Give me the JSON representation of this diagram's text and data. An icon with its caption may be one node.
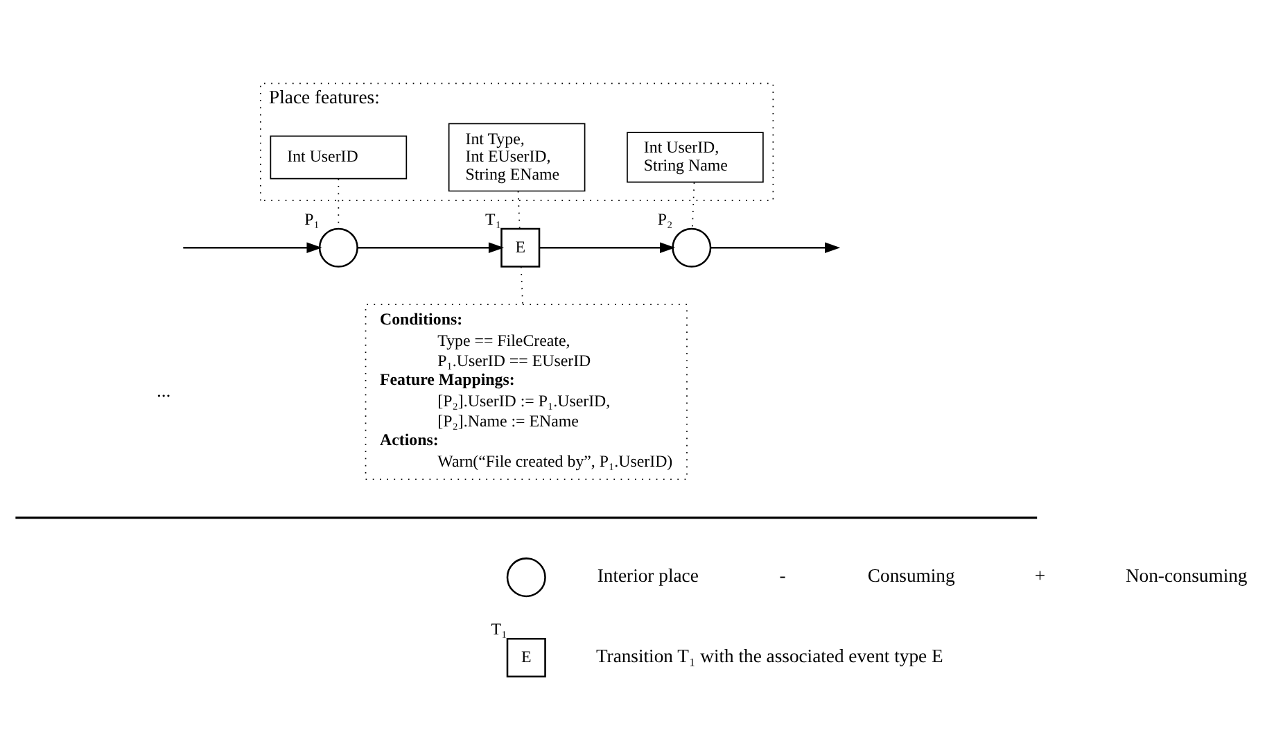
{
  "diagram": {
    "nodes": [
      {
        "text": [
          "Place features:"
        ]
      },
      {
        "text": [
          "Int UserID"
        ],
        "in": 0
      },
      {
        "text": [
          "Int Type, Int EUserID, String EName"
        ],
        "in": 0
      },
      {
        "text": [
          "Int UserID, String Name"
        ],
        "in": 0
      },
      {
        "text": [],
        "shape": "circle",
        "beside": [
          "P₁"
        ]
      },
      {
        "text": [
          "E"
        ],
        "beside": [
          "T₁"
        ]
      },
      {
        "text": [],
        "shape": "circle",
        "beside": [
          "P₂"
        ]
      },
      {
        "text": [
          "Conditions:",
          "Type == FileCreate,",
          "P₁.UserID == EUserID",
          "Feature Mappings:",
          "[P₂].UserID := P₁.UserID,",
          "[P₂].Name := EName",
          "Actions:",
          "Warn(“File created by”, P₁.UserID)"
        ]
      },
      {
        "text": [],
        "shape": "circle"
      },
      {
        "text": [
          "E"
        ],
        "beside": [
          "T₁"
        ]
      }
    ],
    "edges": [
      {
        "from": null,
        "to": 4,
        "arrow": "to"
      },
      {
        "from": 4,
        "to": 5,
        "arrow": "to"
      },
      {
        "from": 5,
        "to": 6,
        "arrow": "to"
      },
      {
        "from": 6,
        "to": null,
        "arrow": "to"
      },
      {
        "from": 1,
        "to": 4,
        "arrow": "none",
        "style": "dashed"
      },
      {
        "from": 2,
        "to": 5,
        "arrow": "none",
        "style": "dashed"
      },
      {
        "from": 3,
        "to": 6,
        "arrow": "none",
        "style": "dashed"
      },
      {
        "from": 5,
        "to": 7,
        "arrow": "none",
        "style": "dashed"
      }
    ],
    "labels": [
      "...",
      "-",
      "+"
    ],
    "legend": [
      {
        "text": "Interior place"
      },
      {
        "text": "Consuming"
      },
      {
        "text": "Non-consuming"
      },
      {
        "text": "Transition T₁ with the associated event type E"
      }
    ]
  }
}
